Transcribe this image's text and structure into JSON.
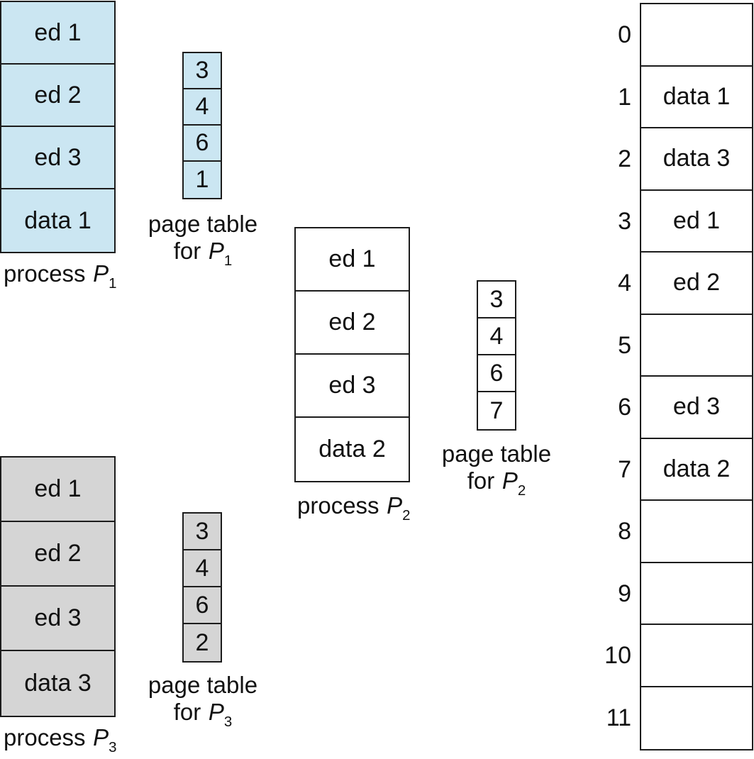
{
  "colors": {
    "p1_fill": "#cbe6f2",
    "p2_fill": "#ffffff",
    "p3_fill": "#d5d5d5",
    "border": "#1c1c1c"
  },
  "processes": [
    {
      "caption": {
        "word": "process",
        "var": "P",
        "sub": "1"
      },
      "pages": [
        "ed 1",
        "ed 2",
        "ed 3",
        "data 1"
      ],
      "page_table": {
        "entries": [
          "3",
          "4",
          "6",
          "1"
        ],
        "caption": {
          "line1": "page table",
          "word": "for",
          "var": "P",
          "sub": "1"
        }
      }
    },
    {
      "caption": {
        "word": "process",
        "var": "P",
        "sub": "2"
      },
      "pages": [
        "ed 1",
        "ed 2",
        "ed 3",
        "data 2"
      ],
      "page_table": {
        "entries": [
          "3",
          "4",
          "6",
          "7"
        ],
        "caption": {
          "line1": "page table",
          "word": "for",
          "var": "P",
          "sub": "2"
        }
      }
    },
    {
      "caption": {
        "word": "process",
        "var": "P",
        "sub": "3"
      },
      "pages": [
        "ed 1",
        "ed 2",
        "ed 3",
        "data 3"
      ],
      "page_table": {
        "entries": [
          "3",
          "4",
          "6",
          "2"
        ],
        "caption": {
          "line1": "page table",
          "word": "for",
          "var": "P",
          "sub": "3"
        }
      }
    }
  ],
  "memory": {
    "frames": [
      {
        "num": "0",
        "content": ""
      },
      {
        "num": "1",
        "content": "data 1"
      },
      {
        "num": "2",
        "content": "data 3"
      },
      {
        "num": "3",
        "content": "ed 1"
      },
      {
        "num": "4",
        "content": "ed 2"
      },
      {
        "num": "5",
        "content": ""
      },
      {
        "num": "6",
        "content": "ed 3"
      },
      {
        "num": "7",
        "content": "data 2"
      },
      {
        "num": "8",
        "content": ""
      },
      {
        "num": "9",
        "content": ""
      },
      {
        "num": "10",
        "content": ""
      },
      {
        "num": "11",
        "content": ""
      }
    ]
  }
}
